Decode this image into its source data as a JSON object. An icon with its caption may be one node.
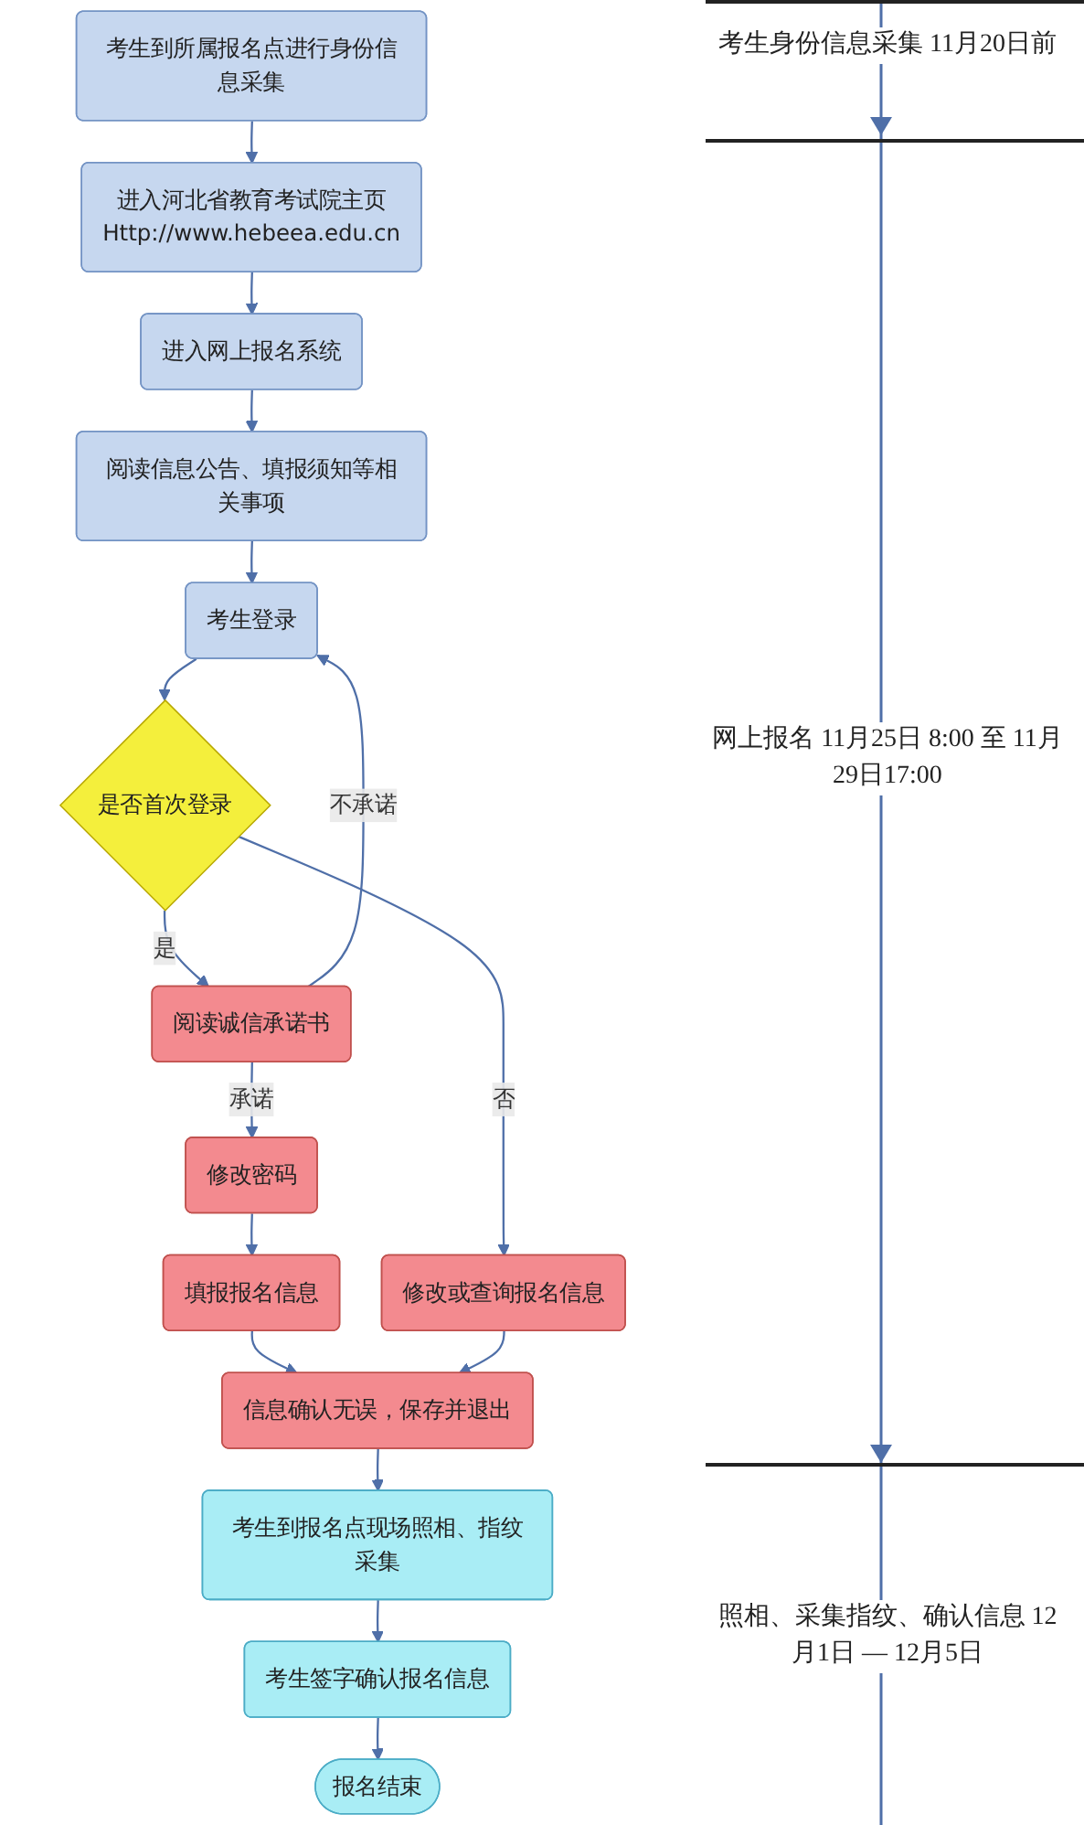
{
  "diagram": {
    "nodes": [
      {
        "text": [
          "考生到所属报名点进行身份信息采集"
        ]
      },
      {
        "text": [
          "进入河北省教育考试院主页",
          "Http://www.hebeea.edu.cn"
        ]
      },
      {
        "text": [
          "进入网上报名系统"
        ]
      },
      {
        "text": [
          "阅读信息公告、填报须知等相关事项"
        ]
      },
      {
        "text": [
          "考生登录"
        ]
      },
      {
        "text": [
          "是否首次登录"
        ]
      },
      {
        "text": [
          "阅读诚信承诺书"
        ]
      },
      {
        "text": [
          "修改或查询报名信息"
        ]
      },
      {
        "text": [
          "修改密码"
        ]
      },
      {
        "text": [
          "填报报名信息"
        ]
      },
      {
        "text": [
          "信息确认无误，保存并退出"
        ]
      },
      {
        "text": [
          "考生到报名点现场照相、指纹采集"
        ]
      },
      {
        "text": [
          "考生签字确认报名信息"
        ]
      },
      {
        "text": [
          "报名结束"
        ]
      }
    ],
    "edges": [
      {
        "from": 0,
        "to": 1,
        "arrow": "to"
      },
      {
        "from": 1,
        "to": 2,
        "arrow": "to"
      },
      {
        "from": 2,
        "to": 3,
        "arrow": "to"
      },
      {
        "from": 3,
        "to": 4,
        "arrow": "to"
      },
      {
        "from": 4,
        "to": 5,
        "arrow": "to"
      },
      {
        "from": 5,
        "to": 6,
        "label": "是",
        "arrow": "to"
      },
      {
        "from": 5,
        "to": 7,
        "label": "否",
        "arrow": "to"
      },
      {
        "from": 6,
        "to": 4,
        "label": "不承诺",
        "arrow": "to"
      },
      {
        "from": 6,
        "to": 8,
        "label": "承诺",
        "arrow": "to"
      },
      {
        "from": 8,
        "to": 9,
        "arrow": "to"
      },
      {
        "from": 9,
        "to": 10,
        "arrow": "to"
      },
      {
        "from": 7,
        "to": 10,
        "arrow": "to"
      },
      {
        "from": 10,
        "to": 11,
        "arrow": "to"
      },
      {
        "from": 11,
        "to": 12,
        "arrow": "to"
      },
      {
        "from": 12,
        "to": 13,
        "arrow": "to"
      }
    ],
    "labels": [
      "考生身份信息采集 11月20日前",
      "网上报名 11月25日 8:00 至 11月29日17:00",
      "照相、采集指纹、确认信息 12月1日 — 12月5日"
    ]
  }
}
